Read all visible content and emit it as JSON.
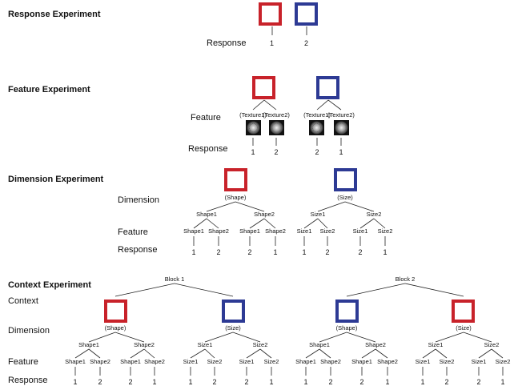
{
  "colors": {
    "red": "#c8222a",
    "blue": "#2d3a94"
  },
  "response": {
    "title": "Response Experiment",
    "row_label": "Response",
    "squares": [
      "red",
      "blue"
    ],
    "values": [
      "1",
      "2"
    ]
  },
  "feature": {
    "title": "Feature Experiment",
    "row_labels": {
      "feature": "Feature",
      "response": "Response"
    },
    "texture_labels": [
      "(Texture1)",
      "(Texture2)",
      "(Texture1)",
      "(Texture2)"
    ],
    "values": [
      "1",
      "2",
      "2",
      "1"
    ],
    "texture_icon": "radial-texture-icon"
  },
  "dimension": {
    "title": "Dimension Experiment",
    "row_labels": {
      "dimension": "Dimension",
      "feature": "Feature",
      "response": "Response"
    },
    "dim_labels": [
      "(Shape)",
      "(Size)"
    ],
    "level2": [
      "Shape1",
      "Shape2",
      "Size1",
      "Size2"
    ],
    "level3": [
      "Shape1",
      "Shape2",
      "Shape1",
      "Shape2",
      "Size1",
      "Size2",
      "Size1",
      "Size2"
    ],
    "values": [
      "1",
      "2",
      "2",
      "1",
      "1",
      "2",
      "2",
      "1"
    ]
  },
  "context": {
    "title": "Context Experiment",
    "row_labels": {
      "context": "Context",
      "dimension": "Dimension",
      "feature": "Feature",
      "response": "Response"
    },
    "blocks": [
      "Block 1",
      "Block 2"
    ],
    "dim_labels": [
      "(Shape)",
      "(Size)",
      "(Shape)",
      "(Size)"
    ],
    "level2": [
      "Shape1",
      "Shape2",
      "Size1",
      "Size2",
      "Shape1",
      "Shape2",
      "Size1",
      "Size2"
    ],
    "level3": [
      "Shape1",
      "Shape2",
      "Shape1",
      "Shape2",
      "Size1",
      "Size2",
      "Size1",
      "Size2",
      "Shape1",
      "Shape2",
      "Shape1",
      "Shape2",
      "Size1",
      "Size2",
      "Size1",
      "Size2"
    ],
    "values": [
      "1",
      "2",
      "2",
      "1",
      "1",
      "2",
      "2",
      "1",
      "1",
      "2",
      "2",
      "1",
      "1",
      "2",
      "2",
      "1"
    ]
  }
}
